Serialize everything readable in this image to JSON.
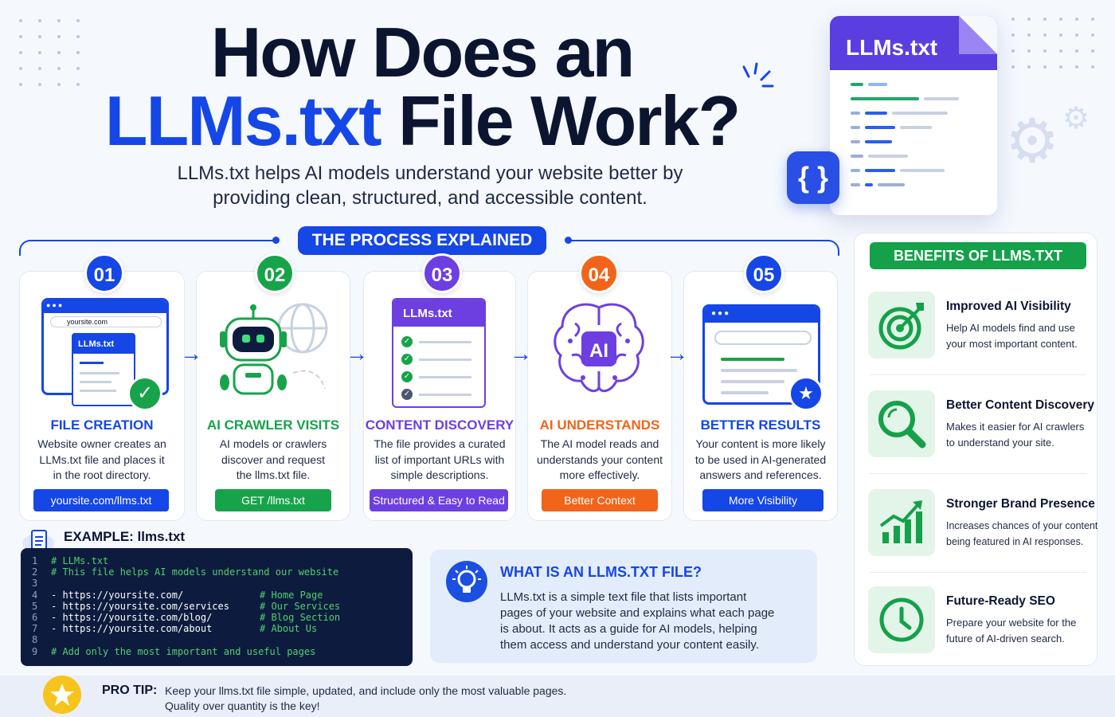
{
  "header": {
    "title_line1": "How Does an",
    "title_line2_accent": "LLMs.txt",
    "title_line2_rest": "File Work?",
    "subtitle_line1": "LLMs.txt helps AI models understand your website better by",
    "subtitle_line2": "providing clean, structured, and accessible content."
  },
  "hero": {
    "doc_label": "LLMs.txt",
    "braces_icon": "{ }"
  },
  "process": {
    "heading": "THE PROCESS EXPLAINED",
    "steps": [
      {
        "number": "01",
        "title": "FILE CREATION",
        "desc": [
          "Website owner creates an",
          "LLMs.txt file and places it",
          "in the root directory."
        ],
        "tag": "yoursite.com/llms.txt",
        "color": "#1546e6",
        "illus_url": "yoursite.com",
        "illus_doc": "LLMs.txt"
      },
      {
        "number": "02",
        "title": "AI CRAWLER VISITS",
        "desc": [
          "AI models or crawlers",
          "discover and request",
          "the llms.txt file."
        ],
        "tag": "GET /llms.txt",
        "color": "#17a34a"
      },
      {
        "number": "03",
        "title": "CONTENT DISCOVERY",
        "desc": [
          "The file provides a curated",
          "list of important URLs with",
          "simple descriptions."
        ],
        "tag": "Structured & Easy to Read",
        "color": "#6d3fe0",
        "illus_doc": "LLMs.txt"
      },
      {
        "number": "04",
        "title": "AI UNDERSTANDS",
        "desc": [
          "The AI model reads and",
          "understands your content",
          "more effectively."
        ],
        "tag": "Better Context",
        "color": "#f2641a",
        "illus_chip": "AI"
      },
      {
        "number": "05",
        "title": "BETTER RESULTS",
        "desc": [
          "Your content is more likely",
          "to be used in AI-generated",
          "answers and references."
        ],
        "tag": "More Visibility",
        "color": "#1546e6"
      }
    ]
  },
  "benefits": {
    "heading": "BENEFITS OF LLMS.TXT",
    "accent": "#14a14a",
    "items": [
      {
        "title": "Improved AI Visibility",
        "desc": [
          "Help AI models find and use",
          "your most important content."
        ],
        "icon": "target-icon"
      },
      {
        "title": "Better Content Discovery",
        "desc": [
          "Makes it easier for AI crawlers",
          "to understand your site."
        ],
        "icon": "magnifier-icon"
      },
      {
        "title": "Stronger Brand Presence",
        "desc": [
          "Increases chances of your content",
          "being featured in AI responses."
        ],
        "icon": "growth-chart-icon"
      },
      {
        "title": "Future-Ready SEO",
        "desc": [
          "Prepare your website for the",
          "future of AI-driven search."
        ],
        "icon": "clock-icon"
      }
    ]
  },
  "example": {
    "title": "EXAMPLE: llms.txt",
    "lines": [
      {
        "n": "1",
        "url": "",
        "comment": "# LLMs.txt"
      },
      {
        "n": "2",
        "url": "",
        "comment": "# This file helps AI models understand our website"
      },
      {
        "n": "3",
        "url": "",
        "comment": ""
      },
      {
        "n": "4",
        "url": "- https://yoursite.com/",
        "comment": "# Home Page"
      },
      {
        "n": "5",
        "url": "- https://yoursite.com/services",
        "comment": "# Our Services"
      },
      {
        "n": "6",
        "url": "- https://yoursite.com/blog/",
        "comment": "# Blog Section"
      },
      {
        "n": "7",
        "url": "- https://yoursite.com/about",
        "comment": "# About Us"
      },
      {
        "n": "8",
        "url": "",
        "comment": ""
      },
      {
        "n": "9",
        "url": "",
        "comment": "# Add only the most important and useful pages"
      }
    ]
  },
  "what_is": {
    "title": "WHAT IS AN LLMS.TXT FILE?",
    "desc": [
      "LLMs.txt is a simple text file that lists important",
      "pages of your website and explains what each page",
      "is about. It acts as a guide for AI models, helping",
      "them access and understand your content easily."
    ]
  },
  "pro_tip": {
    "label": "PRO TIP:",
    "lines": [
      "Keep your llms.txt file simple, updated, and include only the most valuable pages.",
      "Quality over quantity is the key!"
    ]
  }
}
